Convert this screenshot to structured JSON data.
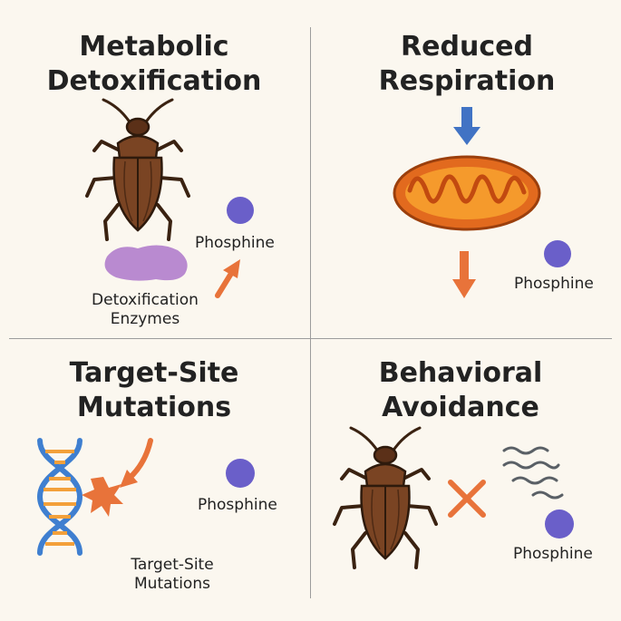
{
  "panels": {
    "metabolic": {
      "title_line1": "Metabolic",
      "title_line2": "Detoxification",
      "phosphine": "Phosphine",
      "enzymes_line1": "Detoxification",
      "enzymes_line2": "Enzymes"
    },
    "respiration": {
      "title_line1": "Reduced",
      "title_line2": "Respiration",
      "phosphine": "Phosphine"
    },
    "target_site": {
      "title_line1": "Target-Site",
      "title_line2": "Mutations",
      "phosphine": "Phosphine",
      "caption_line1": "Target-Site",
      "caption_line2": "Mutations"
    },
    "behavioral": {
      "title_line1": "Behavioral",
      "title_line2": "Avoidance",
      "phosphine": "Phosphine"
    }
  },
  "colors": {
    "background": "#fbf7ef",
    "phosphine_molecule": "#6a5fc9",
    "enzyme_blob": "#b98ad0",
    "arrow_orange": "#e8733a",
    "arrow_blue": "#4173c4",
    "mitochondria_outer": "#e26a1e",
    "mitochondria_inner": "#f59a2c",
    "beetle_body": "#7a4423",
    "dna_blue": "#3f7fd0",
    "dna_orange": "#f3a03a",
    "cross_orange": "#e8733a"
  },
  "icons": [
    "beetle-icon",
    "phosphine-molecule-icon",
    "enzyme-blob-icon",
    "arrow-icon",
    "mitochondria-icon",
    "dna-icon",
    "mutation-star-icon",
    "cross-icon",
    "gas-waves-icon"
  ]
}
